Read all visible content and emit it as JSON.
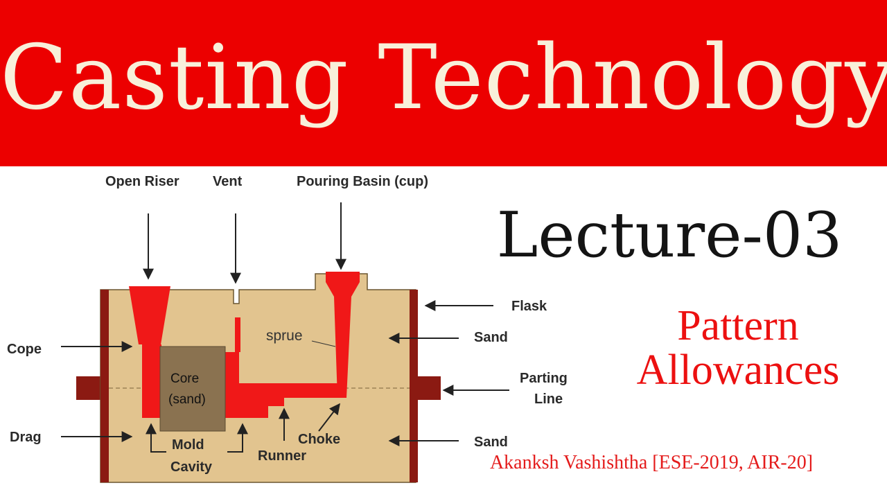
{
  "banner": {
    "title": "Casting Technology",
    "background": "#ec0000",
    "text_color": "#f8f0da"
  },
  "lecture": {
    "number": "Lecture-03",
    "topic_line1": "Pattern",
    "topic_line2": "Allowances",
    "author": "Akanksh Vashishtha [ESE-2019, AIR-20]",
    "topic_color": "#ec1010"
  },
  "diagram": {
    "colors": {
      "sand": "#e2c48f",
      "flask": "#8b1a12",
      "molten_metal": "#f01818",
      "core": "#8a7250"
    },
    "labels": {
      "open_riser": "Open Riser",
      "vent": "Vent",
      "pouring_basin": "Pouring Basin (cup)",
      "flask": "Flask",
      "sand_top": "Sand",
      "cope": "Cope",
      "sprue": "sprue",
      "core_line1": "Core",
      "core_line2": "(sand)",
      "parting_line1": "Parting",
      "parting_line2": "Line",
      "drag": "Drag",
      "choke": "Choke",
      "sand_bottom": "Sand",
      "mold_line1": "Mold",
      "mold_line2": "Cavity",
      "runner": "Runner"
    }
  }
}
